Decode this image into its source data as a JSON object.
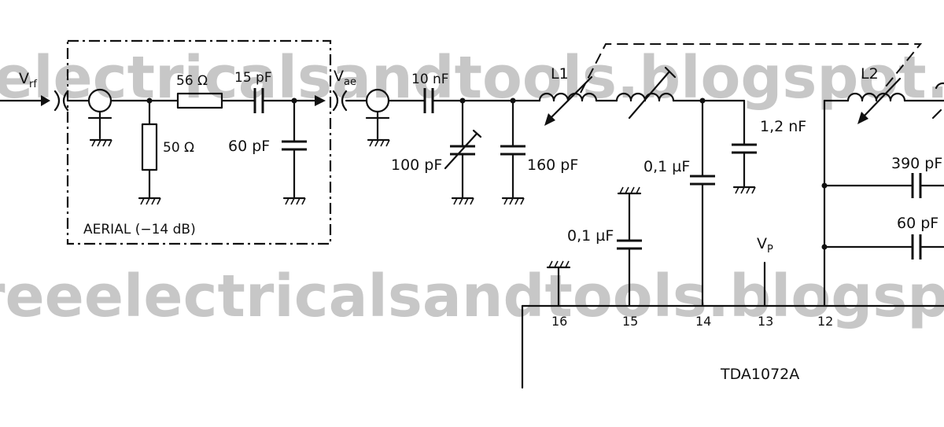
{
  "watermark": {
    "top": "electricalsandtools.blogspot.co",
    "bottom": "reeelectricalsandtools.blogspo"
  },
  "labels": {
    "vrf_main": "V",
    "vrf_sub": "rf",
    "vae_main": "V",
    "vae_sub": "ae",
    "vp_main": "V",
    "vp_sub": "P",
    "r_series": "56 Ω",
    "r_shunt": "50 Ω",
    "c_15pf": "15 pF",
    "c_60pf_aerial": "60 pF",
    "aerial": "AERIAL   (−14 dB)",
    "c_10nf": "10 nF",
    "c_100pf": "100 pF",
    "c_160pf": "160 pF",
    "l1": "L1",
    "l2": "L2",
    "c_1_2nf": "1,2 nF",
    "c_0_1uf_a": "0,1 µF",
    "c_0_1uf_b": "0,1 µF",
    "c_390pf": "390 pF",
    "c_60pf_right": "60 pF",
    "chip": "TDA1072A"
  },
  "pins": [
    "16",
    "15",
    "14",
    "13",
    "12"
  ]
}
